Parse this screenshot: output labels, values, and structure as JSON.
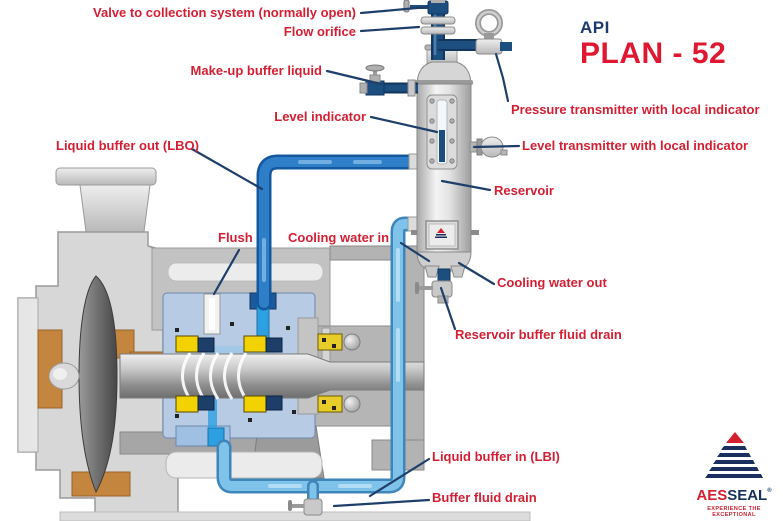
{
  "title": {
    "brand": "API",
    "plan": "PLAN - 52"
  },
  "labels": {
    "valve_collection": "Valve to collection system (normally open)",
    "flow_orifice": "Flow orifice",
    "makeup_buffer": "Make-up buffer liquid",
    "level_indicator": "Level indicator",
    "liquid_buffer_out": "Liquid buffer out (LBO)",
    "flush": "Flush",
    "cooling_water_in": "Cooling water in",
    "pressure_transmitter": "Pressure transmitter with local indicator",
    "level_transmitter": "Level transmitter with local indicator",
    "reservoir": "Reservoir",
    "cooling_water_out": "Cooling water out",
    "reservoir_drain": "Reservoir buffer fluid drain",
    "liquid_buffer_in": "Liquid buffer in (LBI)",
    "buffer_fluid_drain": "Buffer fluid drain"
  },
  "logo": {
    "part1": "AES",
    "part2": "SEAL",
    "registered": "®",
    "tagline": "EXPERIENCE THE EXCEPTIONAL"
  },
  "colors": {
    "label_red": "#d41f33",
    "title_red": "#e01730",
    "title_navy": "#1c3a6b",
    "pointer_navy": "#1e3f69",
    "lbo_pipe_blue": "#2f7ec8",
    "lbi_pipe_blue": "#7fc2ea",
    "top_pipe_navy": "#1d4e80",
    "seal_housing_blue": "#b7cbe5",
    "seal_yellow": "#f2d200",
    "casing_cut_orange": "#c4853e"
  }
}
